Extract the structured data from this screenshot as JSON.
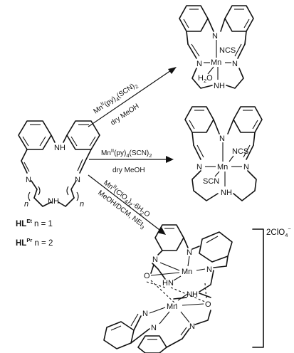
{
  "ligand": {
    "atoms": {
      "nh": "NH",
      "n_left": "N",
      "n_right": "N",
      "nh_bottom": "NH",
      "n_index": "n",
      "n_index_right": "n"
    },
    "label_et": {
      "prefix": "HL",
      "sup": "Et",
      "suffix": " n = 1"
    },
    "label_pr": {
      "prefix": "HL",
      "sup": "Pr",
      "suffix": " n = 2"
    }
  },
  "reactions": [
    {
      "reagent": {
        "a": "Mn",
        "a_sup": "II",
        "b": "(py)",
        "b_sub": "4",
        "c": "(SCN)",
        "c_sub": "2"
      },
      "solvent": "dry MeOH"
    },
    {
      "reagent": {
        "a": "Mn",
        "a_sup": "II",
        "b": "(py)",
        "b_sub": "4",
        "c": "(SCN)",
        "c_sub": "2"
      },
      "solvent": "dry MeOH"
    },
    {
      "reagent": {
        "a": "Mn",
        "a_sup": "II",
        "b": "(ClO",
        "b_sub": "4",
        "c": ")",
        "c_sub": "2",
        "d": "·6H",
        "d_sub": "2",
        "e": "O"
      },
      "solvent": {
        "a": "MeOH/DCM, NEt",
        "a_sub": "3"
      }
    }
  ],
  "product_top": {
    "n1": "N",
    "n2": "N",
    "n3": "N",
    "mn": "Mn",
    "ncs": "NCS",
    "h2o": "H",
    "h2o_sub": "2",
    "h2o_o": "O",
    "nh": "NH"
  },
  "product_mid": {
    "n1": "N",
    "n2": "N",
    "n3": "N",
    "mn": "Mn",
    "ncs": "NCS",
    "scn": "SCN",
    "nh": "NH"
  },
  "product_bottom": {
    "charge": {
      "a": "2ClO",
      "a_sub": "4",
      "a_sup": "−"
    },
    "upper": {
      "n1": "N",
      "n2": "N",
      "n3": "N",
      "mn": "Mn",
      "hn": "HN",
      "o": "O"
    },
    "lower": {
      "n1": "N",
      "n2": "N",
      "n3": "N",
      "mn": "Mn",
      "nh": "NH",
      "o": "O"
    }
  }
}
